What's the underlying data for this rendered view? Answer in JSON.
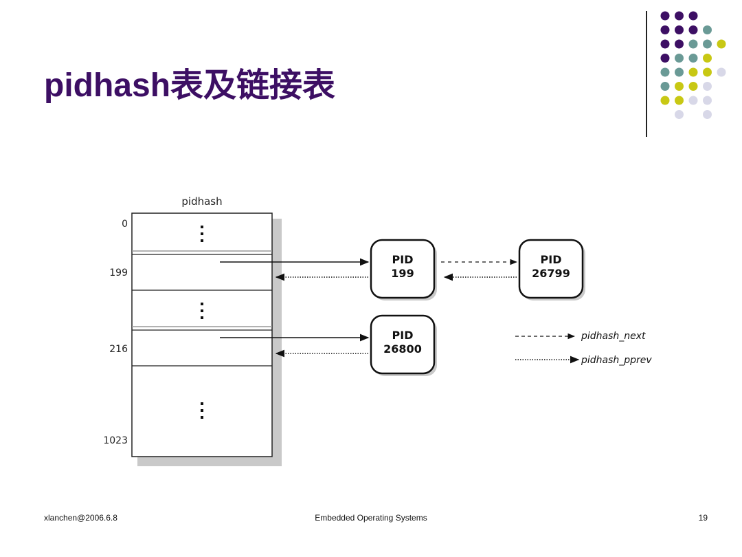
{
  "slide": {
    "title": "pidhash表及链接表",
    "footer_left": "xlanchen@2006.6.8",
    "footer_center": "Embedded Operating Systems",
    "footer_right": "19"
  },
  "theme": {
    "title_color": "#3d0f64",
    "dot_colors": [
      "#3d0f64",
      "#6a9a96",
      "#c8c814",
      "#d8d8e8"
    ]
  },
  "diagram": {
    "table_label": "pidhash",
    "row_labels": [
      "0",
      "199",
      "216",
      "1023"
    ],
    "nodes": [
      {
        "line1": "PID",
        "line2": "199"
      },
      {
        "line1": "PID",
        "line2": "26799"
      },
      {
        "line1": "PID",
        "line2": "26800"
      }
    ],
    "legend": [
      {
        "label": "pidhash_next",
        "style": "dashed"
      },
      {
        "label": "pidhash_pprev",
        "style": "dotted"
      }
    ]
  }
}
